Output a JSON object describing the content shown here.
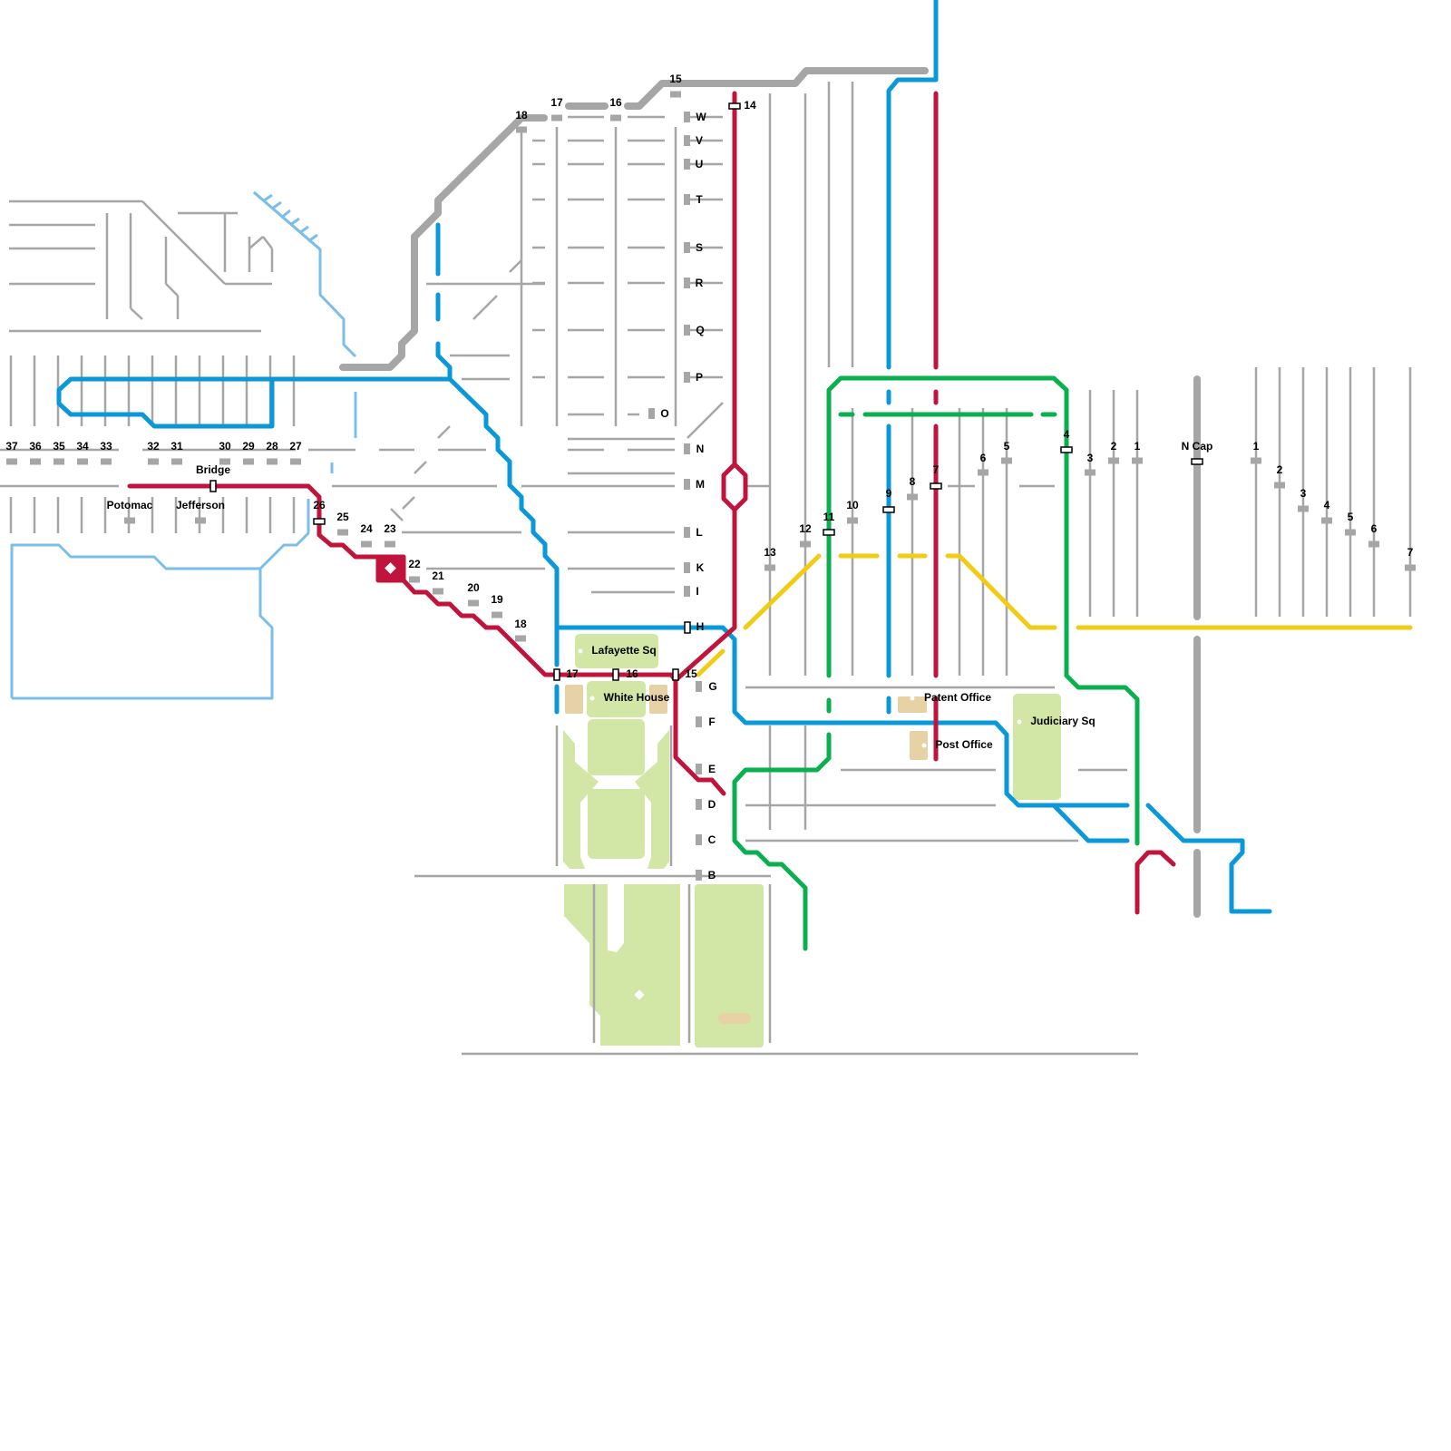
{
  "map": {
    "top_streets": [
      "18",
      "17",
      "16",
      "15"
    ],
    "letter_streets": [
      "W",
      "V",
      "U",
      "T",
      "S",
      "R",
      "Q",
      "P",
      "O",
      "N",
      "M",
      "L",
      "K",
      "I",
      "H",
      "G",
      "F",
      "E",
      "D",
      "C",
      "B"
    ],
    "red_north_station": "14",
    "west_streets": [
      "37",
      "36",
      "35",
      "34",
      "33",
      "32",
      "31",
      "30",
      "29",
      "28",
      "27"
    ],
    "west_places": {
      "bridge": "Bridge",
      "potomac": "Potomac",
      "jefferson": "Jefferson"
    },
    "red_west_stops": [
      "26",
      "25",
      "24",
      "23",
      "22",
      "21",
      "20",
      "19",
      "18"
    ],
    "red_core_stops": [
      "17",
      "16",
      "15"
    ],
    "landmarks": {
      "lafayette": "Lafayette Sq",
      "white_house": "White House",
      "patent_office": "Patent Office",
      "post_office": "Post Office",
      "judiciary": "Judiciary Sq"
    },
    "east_streets": [
      "13",
      "12",
      "11",
      "10",
      "9",
      "8",
      "7",
      "6",
      "5",
      "4",
      "3",
      "2",
      "1"
    ],
    "n_cap": "N Cap",
    "ne_streets": [
      "1",
      "2",
      "3",
      "4",
      "5",
      "6",
      "7"
    ],
    "colors": {
      "red": "#c0143c",
      "blue": "#0a98d8",
      "light_blue": "#7bbfe8",
      "green": "#0ab050",
      "yellow": "#f0cc14",
      "grey": "#a6a6a6",
      "park": "#d2e6a6",
      "building": "#e6d2a4"
    }
  }
}
